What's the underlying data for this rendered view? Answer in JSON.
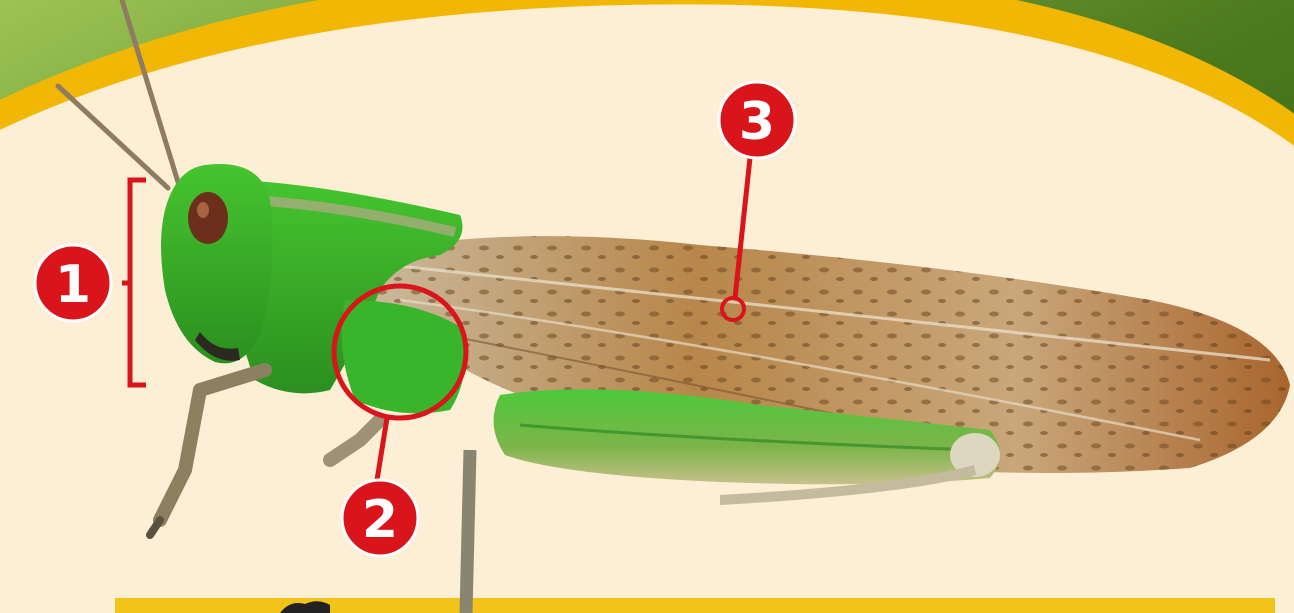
{
  "diagram": {
    "labels": [
      {
        "id": "1",
        "text": "1",
        "part": "head"
      },
      {
        "id": "2",
        "text": "2",
        "part": "thorax"
      },
      {
        "id": "3",
        "text": "3",
        "part": "abdomen"
      }
    ]
  },
  "colors": {
    "background_card": "#fcefd6",
    "border_yellow": "#f2b705",
    "callout_red": "#d9141b",
    "grasshopper_green": "#3fb52a",
    "wing_brown": "#a9793f"
  }
}
